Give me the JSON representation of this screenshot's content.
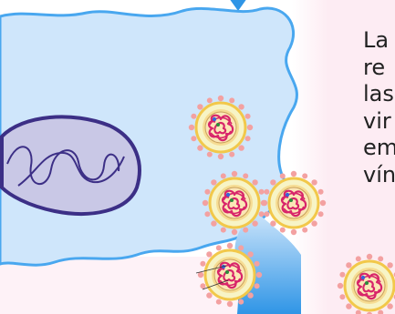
{
  "caption": {
    "lines": [
      "La",
      "re",
      "las",
      "vir",
      "em",
      "vín"
    ]
  },
  "colors": {
    "background": "#ffffff",
    "pink_panel": "#fdecf3",
    "cell_fill": "#cfe6fb",
    "cell_stroke": "#49a7ef",
    "nucleus_fill": "#c9c8e6",
    "nucleus_stroke": "#3c2f86",
    "virion_outer": "#f7f4c6",
    "virion_spike": "#f3a1a1",
    "virion_ring": "#f2c84a",
    "virion_genome": "#d8256a",
    "virion_marker_blue": "#3a63d6",
    "virion_marker_green": "#2c8c3c",
    "stream_blue": "#2f95e6"
  },
  "icons": [
    "virion-icon"
  ]
}
